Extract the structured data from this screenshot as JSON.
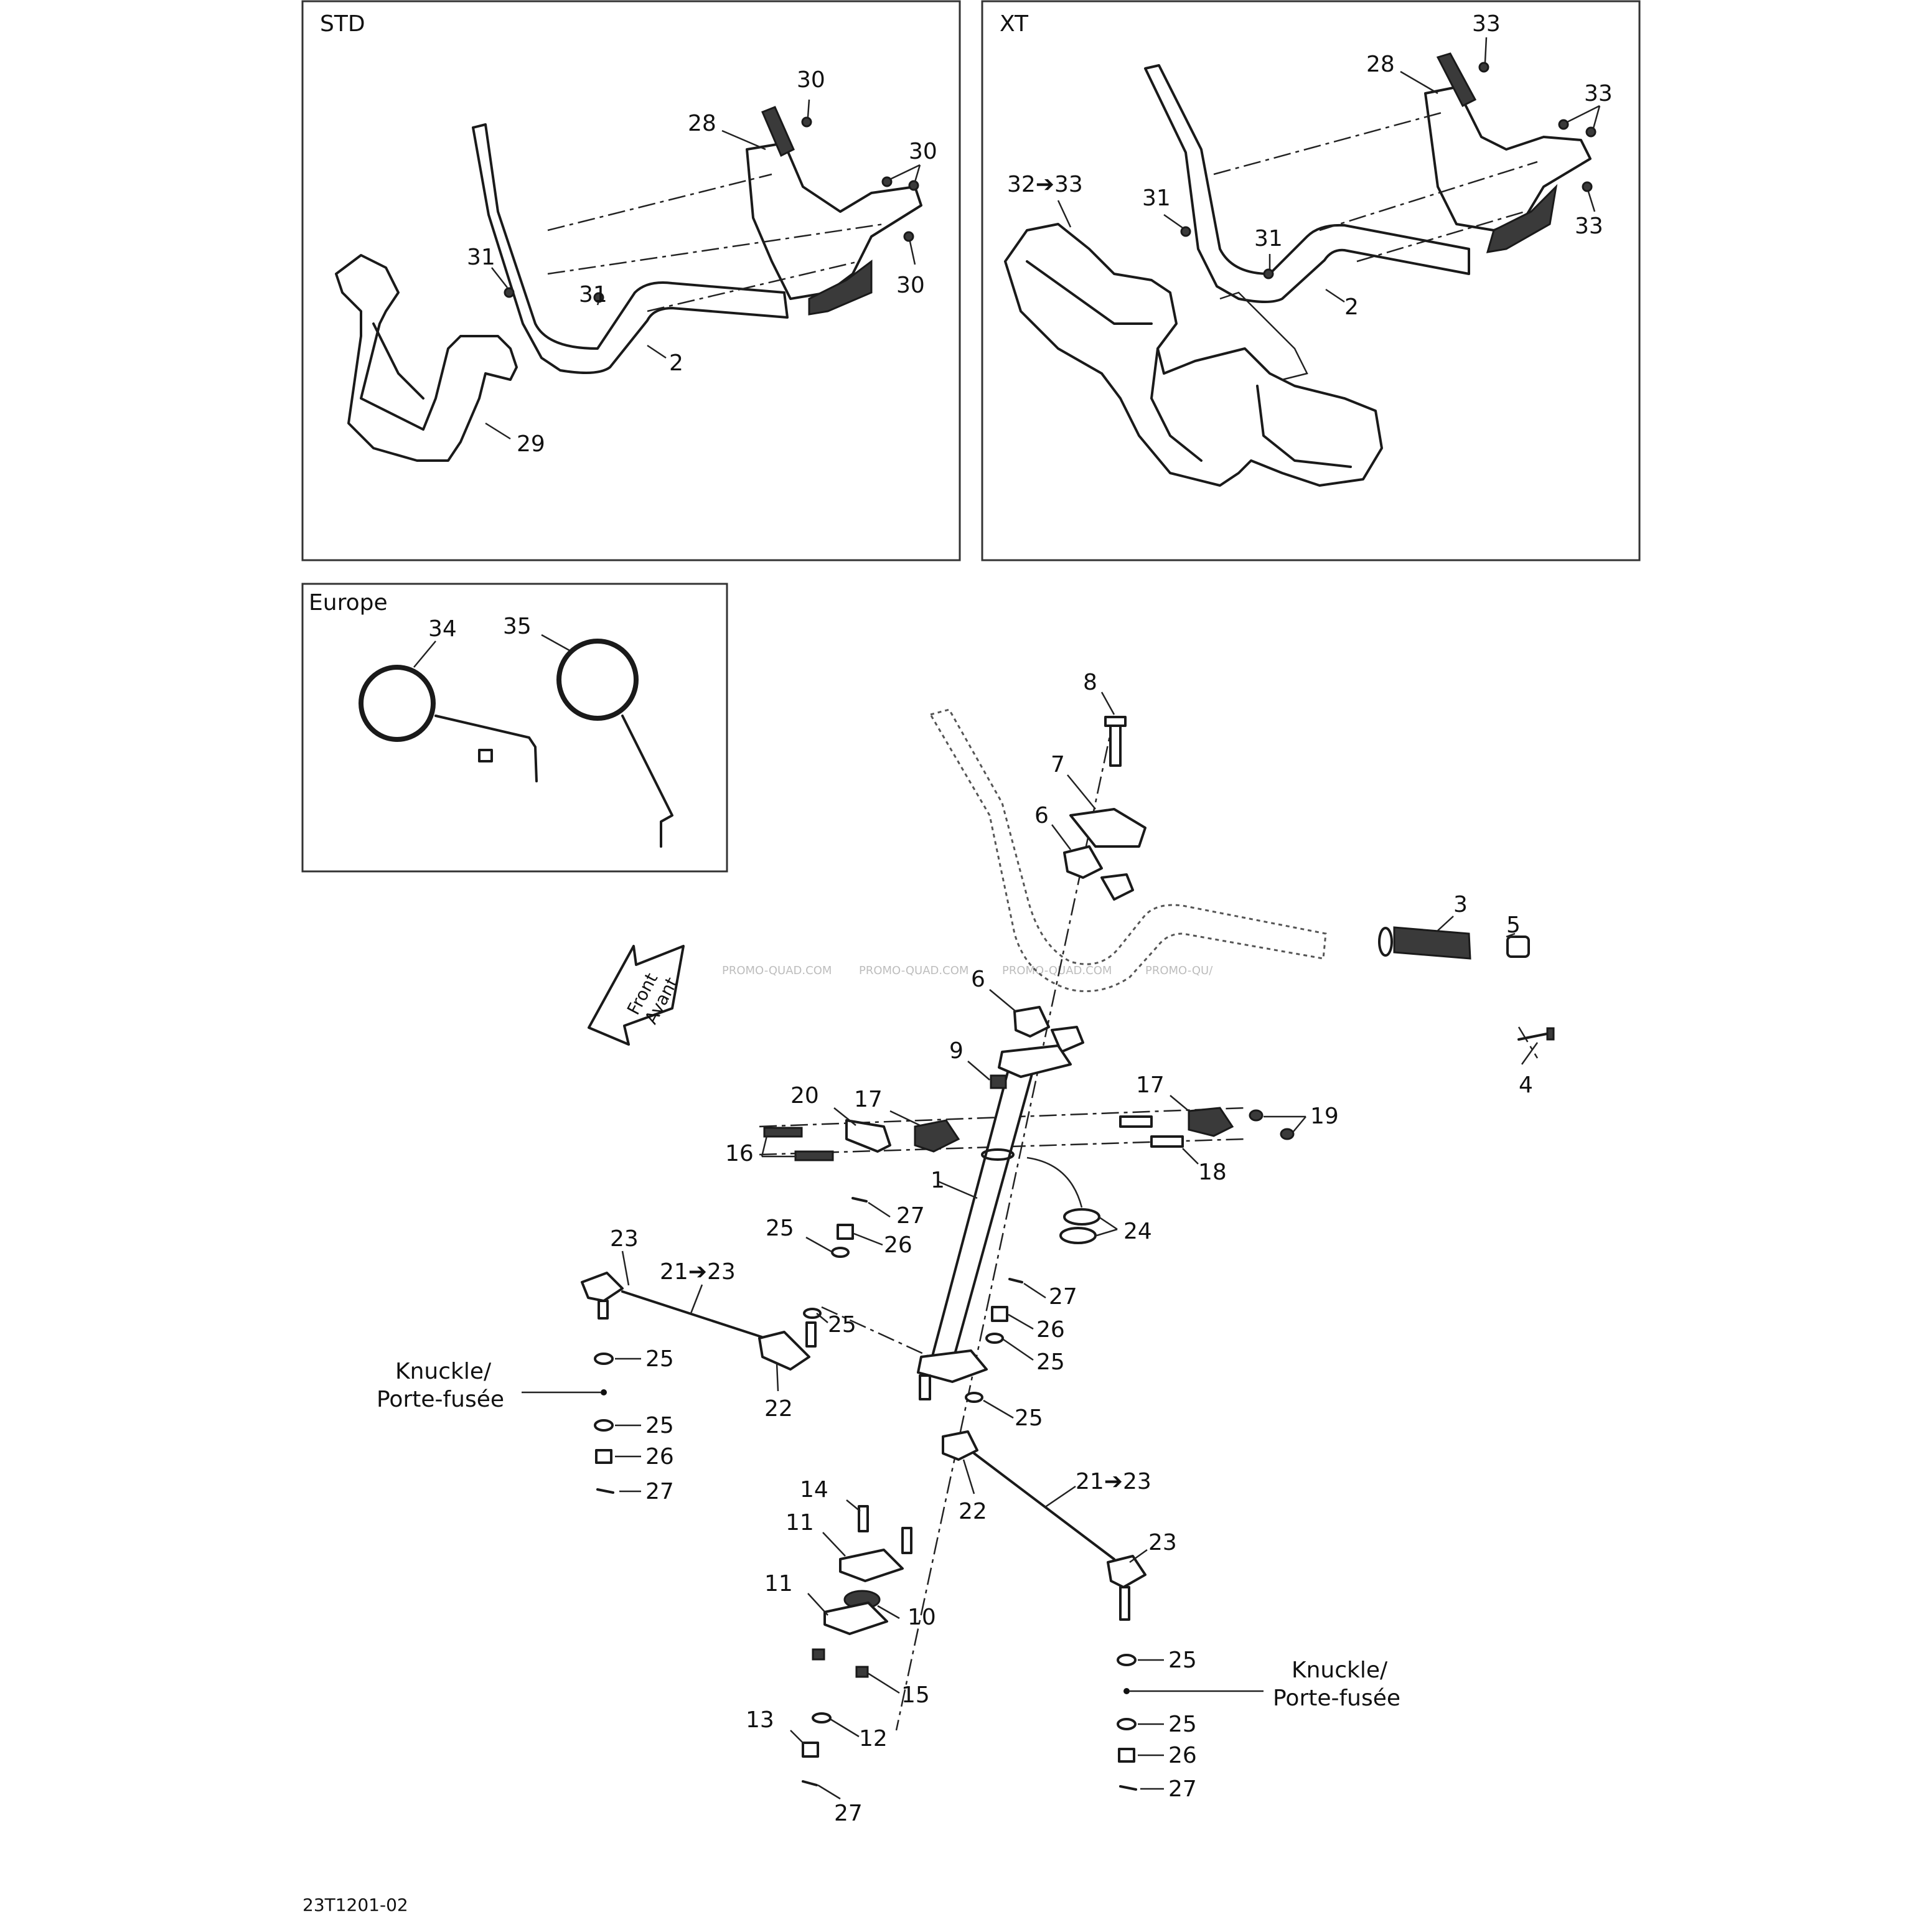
{
  "panels": {
    "std": "STD",
    "xt": "XT",
    "europe": "Europe"
  },
  "callouts": {
    "c1": "1",
    "c2a": "2",
    "c2b": "2",
    "c3": "3",
    "c4": "4",
    "c5": "5",
    "c6a": "6",
    "c6b": "6",
    "c7": "7",
    "c8": "8",
    "c9": "9",
    "c10": "10",
    "c11a": "11",
    "c11b": "11",
    "c12": "12",
    "c13": "13",
    "c14": "14",
    "c15": "15",
    "c16": "16",
    "c17a": "17",
    "c17b": "17",
    "c18": "18",
    "c19": "19",
    "c20": "20",
    "c21a": "21➔23",
    "c21b": "21➔23",
    "c22a": "22",
    "c22b": "22",
    "c23a": "23",
    "c23b": "23",
    "c24": "24",
    "c25a": "25",
    "c25b": "25",
    "c25c": "25",
    "c25d": "25",
    "c25e": "25",
    "c25f": "25",
    "c25g": "25",
    "c25h": "25",
    "c26a": "26",
    "c26b": "26",
    "c26c": "26",
    "c26d": "26",
    "c27a": "27",
    "c27b": "27",
    "c27c": "27",
    "c27d": "27",
    "c27e": "27",
    "c28a": "28",
    "c28b": "28",
    "c29": "29",
    "c30a": "30",
    "c30b": "30",
    "c30c": "30",
    "c31a": "31",
    "c31b": "31",
    "c31c": "31",
    "c31d": "31",
    "c32": "32➔33",
    "c33a": "33",
    "c33b": "33",
    "c33c": "33",
    "c34": "34",
    "c35": "35"
  },
  "knuckle": {
    "line1": "Knuckle/",
    "line2": "Porte-fusée"
  },
  "front_arrow": {
    "line1": "Front",
    "line2": "Avant"
  },
  "watermark": "PROMO-QUAD.COM",
  "watermark_tail": "PROMO-QU/",
  "drawing_code": "23T1201-02"
}
